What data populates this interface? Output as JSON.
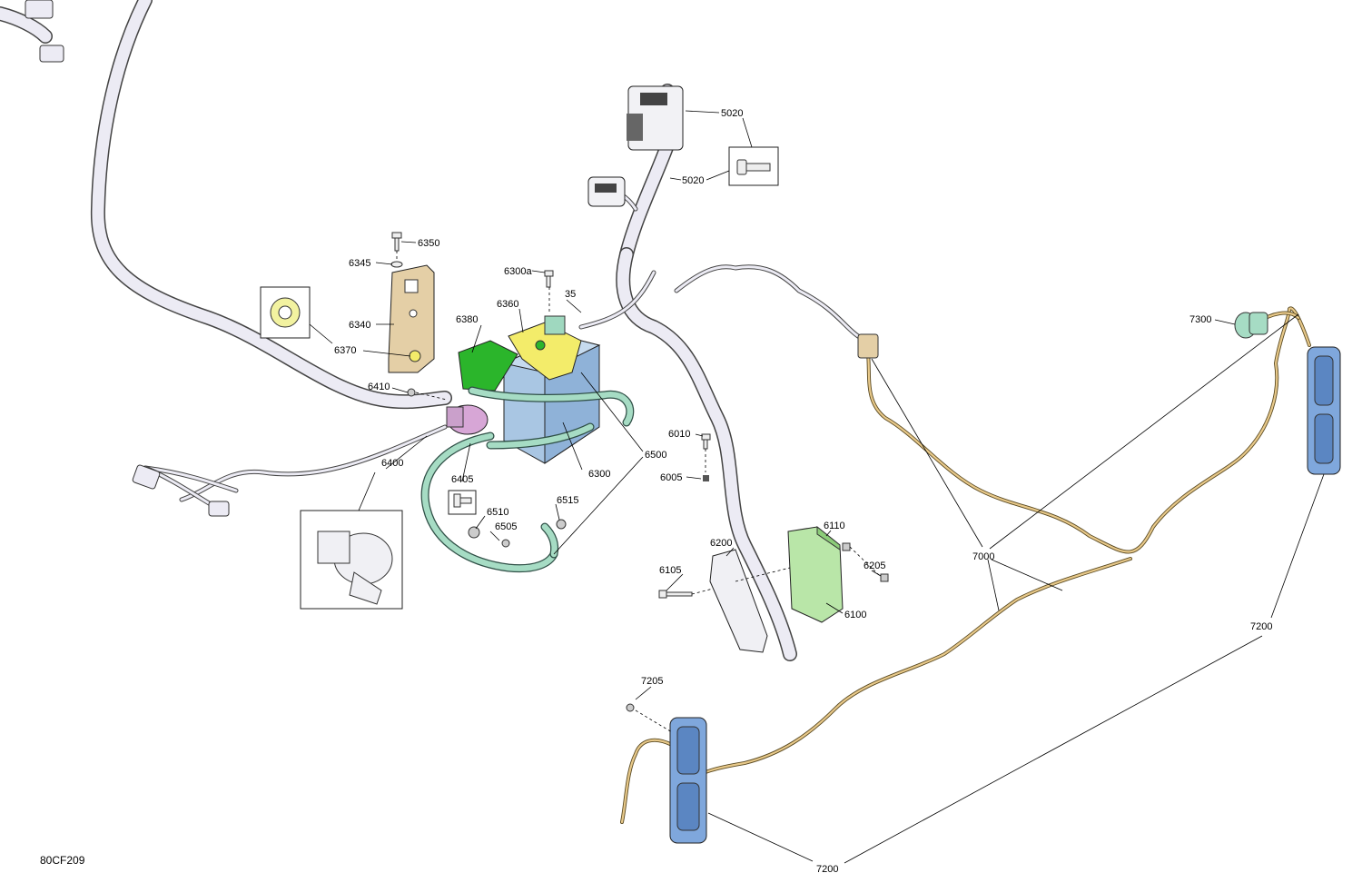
{
  "figure_ref": "80CF209",
  "callouts": {
    "c5020a": "5020",
    "c5020b": "5020",
    "c6350": "6350",
    "c6345": "6345",
    "c6340": "6340",
    "c6370": "6370",
    "c6300a": "6300a",
    "c35": "35",
    "c6360": "6360",
    "c6380": "6380",
    "c6410": "6410",
    "c6400": "6400",
    "c6405": "6405",
    "c6510": "6510",
    "c6505": "6505",
    "c6515": "6515",
    "c6300": "6300",
    "c6500": "6500",
    "c6010": "6010",
    "c6005": "6005",
    "c6110": "6110",
    "c6200": "6200",
    "c6105": "6105",
    "c6205": "6205",
    "c6100": "6100",
    "c7300": "7300",
    "c7000": "7000",
    "c7200a": "7200",
    "c7200b": "7200",
    "c7205": "7205"
  },
  "colors": {
    "battery": "#a9c6e3",
    "battery_cover": "#f3ec6a",
    "battery_terminal": "#2bb52b",
    "support": "#e4cfa6",
    "relay": "#d7a6d6",
    "module": "#b9e6a8",
    "cable": "#a6dcc4",
    "taillight": "#7fa7dc",
    "gold_wire": "#e8c98a",
    "harness": "#ecebf4"
  }
}
